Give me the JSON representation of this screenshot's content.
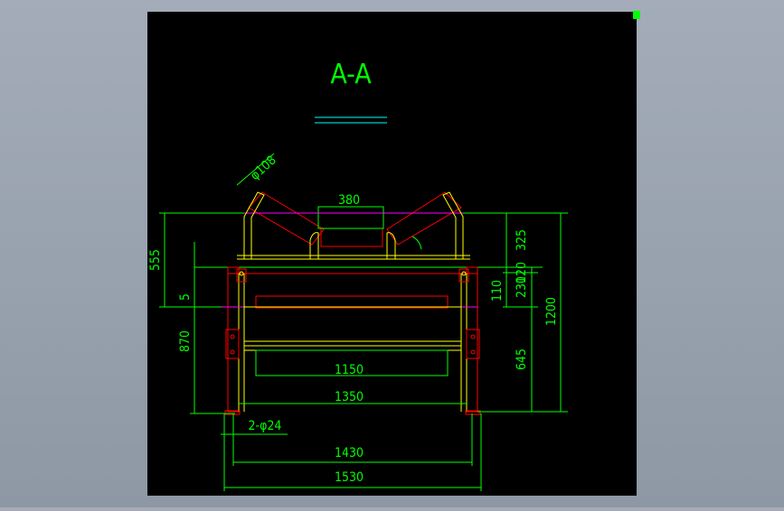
{
  "drawing": {
    "section_title": "A-A",
    "callouts": {
      "roller_diameter": "φ108",
      "bolt_holes": "2-φ24"
    },
    "dimensions": {
      "center_roller_length": "380",
      "overall_height_left": "555",
      "gap_left": "5",
      "leg_height": "870",
      "return_roller": "1150",
      "inner_span": "1350",
      "foot_span": "1430",
      "outer_span": "1530",
      "upper_right": "325",
      "small_right": "120",
      "frame_depth": "230",
      "side_offset": "110",
      "overall_height_right": "1200",
      "lower_right": "645"
    }
  },
  "colors": {
    "background": "#000000",
    "dimension": "#00ff00",
    "frame": "#ffff00",
    "roller": "#ff0000",
    "centerline": "#ff00ff",
    "accent": "#00ffff"
  }
}
